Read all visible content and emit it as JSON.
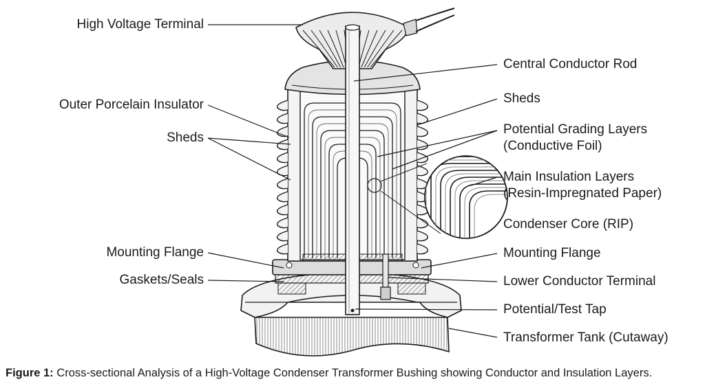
{
  "labels": {
    "high_voltage_terminal": "High Voltage Terminal",
    "outer_porcelain_insulator": "Outer Porcelain Insulator",
    "sheds_left": "Sheds",
    "mounting_flange_left": "Mounting Flange",
    "gaskets_seals": "Gaskets/Seals",
    "central_conductor_rod": "Central Conductor Rod",
    "sheds_right": "Sheds",
    "potential_grading_layers": "Potential Grading Layers",
    "conductive_foil": "(Conductive Foil)",
    "main_insulation_layers": "Main Insulation Layers",
    "resin_impregnated_paper": "(Resin-Impregnated Paper)",
    "condenser_core": "Condenser Core (RIP)",
    "mounting_flange_right": "Mounting Flange",
    "lower_conductor_terminal": "Lower Conductor Terminal",
    "potential_test_tap": "Potential/Test Tap",
    "transformer_tank": "Transformer Tank (Cutaway)"
  },
  "caption": {
    "prefix": "Figure 1:",
    "text": "Cross-sectional Analysis of a High-Voltage Condenser Transformer Bushing showing Conductor and Insulation Layers."
  },
  "colors": {
    "ink": "#1a1a1a",
    "shade": "#bdbdbd",
    "light": "#e6e6e6",
    "bg": "#ffffff"
  }
}
